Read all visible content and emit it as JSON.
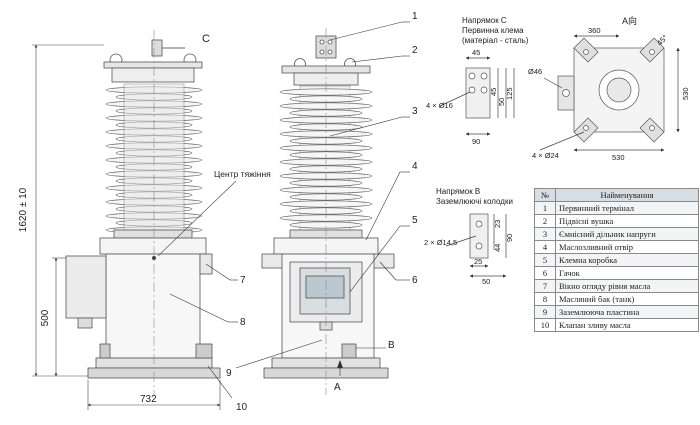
{
  "labels": {
    "c_marker": "С",
    "a_marker": "А",
    "b_marker": "В",
    "center_of_gravity": "Центр тяжіння",
    "callouts": [
      "1",
      "2",
      "3",
      "4",
      "5",
      "6",
      "7",
      "8",
      "9",
      "10"
    ]
  },
  "dimensions": {
    "height_total": "1620 ± 10",
    "height_base": "500",
    "width_base": "732"
  },
  "detail_c": {
    "title_line1": "Напрямок С",
    "title_line2": "Первинна клема",
    "title_line3": "(матеріал - сталь)",
    "dim_top": "45",
    "dim_holes": "4 × Ø16",
    "dim_h1": "45",
    "dim_h2": "50",
    "dim_h3": "125",
    "dim_bottom": "90"
  },
  "detail_b": {
    "title_line1": "Напрямок В",
    "title_line2": "Заземлюючі колодки",
    "dim_holes": "2 × Ø14,5",
    "dim_23": "23",
    "dim_44": "44",
    "dim_90": "90",
    "dim_25": "25",
    "dim_50": "50"
  },
  "plan_view": {
    "title": "А向",
    "dim_360": "360",
    "dim_530_side": "530",
    "dim_530_bottom": "530",
    "dim_d46": "Ø46",
    "dim_holes": "4 × Ø24",
    "dim_45deg": "45°"
  },
  "legend": {
    "header_num": "№",
    "header_name": "Найменування",
    "rows": [
      {
        "num": "1",
        "name": "Первинний термінал"
      },
      {
        "num": "2",
        "name": "Підвісні вушка"
      },
      {
        "num": "3",
        "name": "Ємнісний дільник напруги"
      },
      {
        "num": "4",
        "name": "Маслозливний отвір"
      },
      {
        "num": "5",
        "name": "Клемна коробка"
      },
      {
        "num": "6",
        "name": "Гачок"
      },
      {
        "num": "7",
        "name": "Вікно огляду рівня масла"
      },
      {
        "num": "8",
        "name": "Масляний бак (танк)"
      },
      {
        "num": "9",
        "name": "Заземлююча пластина"
      },
      {
        "num": "10",
        "name": "Клапан зливу масла"
      }
    ]
  }
}
